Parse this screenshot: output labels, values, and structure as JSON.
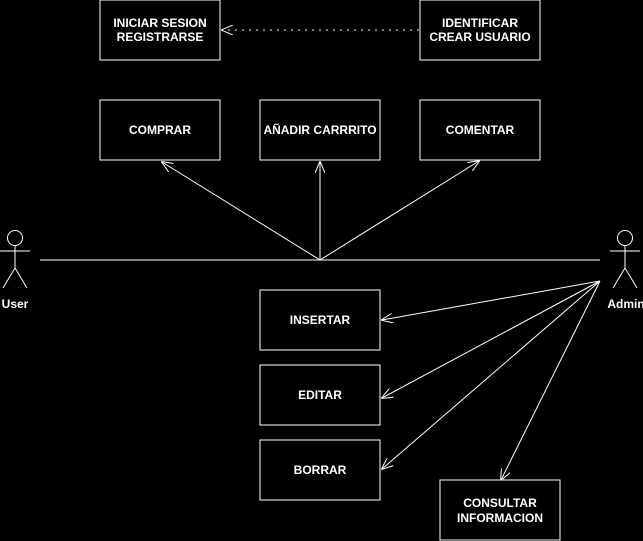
{
  "diagram": {
    "colors": {
      "background": "#000000",
      "stroke": "#ffffff",
      "text": "#ffffff"
    },
    "actors": {
      "user": {
        "label": "User"
      },
      "admin": {
        "label": "Admin"
      }
    },
    "use_cases": {
      "login": {
        "line1": "INICIAR SESION",
        "line2": "REGISTRARSE"
      },
      "identify": {
        "line1": "IDENTIFICAR",
        "line2": "CREAR USUARIO"
      },
      "buy": {
        "label": "COMPRAR"
      },
      "add_cart": {
        "label": "AÑADIR CARRRITO"
      },
      "comment": {
        "label": "COMENTAR"
      },
      "insert": {
        "label": "INSERTAR"
      },
      "edit": {
        "label": "EDITAR"
      },
      "delete": {
        "label": "BORRAR"
      },
      "consult": {
        "line1": "CONSULTAR",
        "line2": "INFORMACION"
      }
    }
  }
}
